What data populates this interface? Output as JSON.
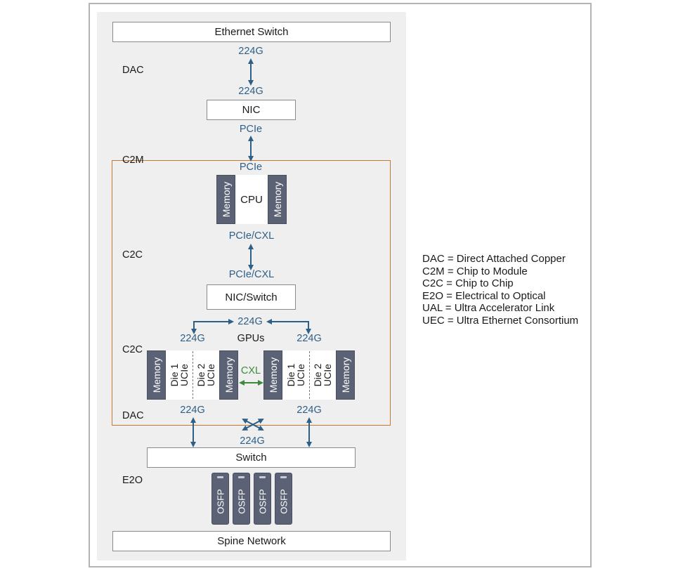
{
  "diagram": {
    "ethernet_switch": "Ethernet Switch",
    "nic": "NIC",
    "cpu": "CPU",
    "memory": "Memory",
    "nic_switch": "NIC/Switch",
    "gpus": "GPUs",
    "die1": "Die 1",
    "die2": "Die 2",
    "ucie": "UCIe",
    "cxl": "CXL",
    "switch": "Switch",
    "osfp": "OSFP",
    "spine_network": "Spine Network",
    "link_224g": "224G",
    "link_pcie": "PCIe",
    "link_pcie_cxl": "PCIe/CXL"
  },
  "side_labels": {
    "dac": "DAC",
    "c2m": "C2M",
    "c2c": "C2C",
    "e2o": "E2O"
  },
  "legend": [
    "DAC = Direct Attached Copper",
    "C2M = Chip to Module",
    "C2C = Chip to Chip",
    "E2O = Electrical to Optical",
    "UAL = Ultra Accelerator Link",
    "UEC = Ultra Ethernet Consortium"
  ],
  "colors": {
    "link_blue": "#2e5f86",
    "cxl_green": "#3f8a3a",
    "c2m_border": "#c8772f",
    "memory_gray": "#5c6275"
  }
}
